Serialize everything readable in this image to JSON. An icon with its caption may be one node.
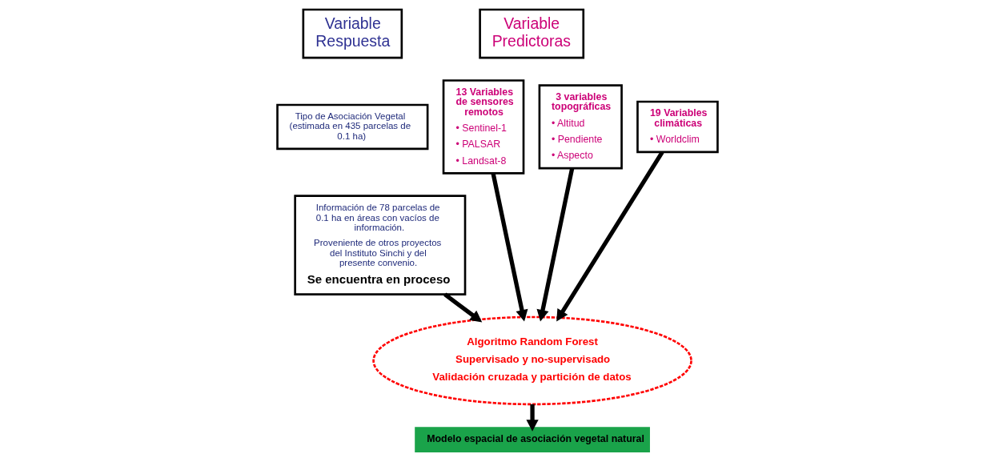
{
  "diagram": {
    "nodes": [
      {
        "text": [
          "Variable Respuesta"
        ]
      },
      {
        "text": [
          "Tipo de Asociación Vegetal (estimada en 435 parcelas de 0.1 ha)"
        ]
      },
      {
        "text": [
          "Información de 78 parcelas de 0.1 ha en áreas con vacíos de información.",
          "Proveniente de otros proyectos del Instituto Sinchi y del presente convenio.",
          "Se encuentra en proceso"
        ]
      },
      {
        "text": [
          "Variable Predictoras"
        ]
      },
      {
        "text": [
          "13 Variables de sensores remotos",
          "• Sentinel-1",
          "• PALSAR",
          "• Landsat-8"
        ]
      },
      {
        "text": [
          "3 variables topográficas",
          "• Altitud",
          "• Pendiente",
          "• Aspecto"
        ]
      },
      {
        "text": [
          "19 Variables climáticas",
          "• Worldclim"
        ]
      },
      {
        "text": [
          "Algoritmo Random Forest",
          "Supervisado y no-supervisado",
          "Validación cruzada y partición de datos"
        ]
      },
      {
        "text": [
          "Modelo espacial de asociación vegetal natural"
        ]
      }
    ],
    "edges": [
      {
        "from": 2,
        "to": 7,
        "arrow": "to"
      },
      {
        "from": 4,
        "to": 7,
        "arrow": "to"
      },
      {
        "from": 5,
        "to": 7,
        "arrow": "to"
      },
      {
        "from": 6,
        "to": 7,
        "arrow": "to"
      },
      {
        "from": 7,
        "to": 8,
        "arrow": "to"
      }
    ]
  }
}
